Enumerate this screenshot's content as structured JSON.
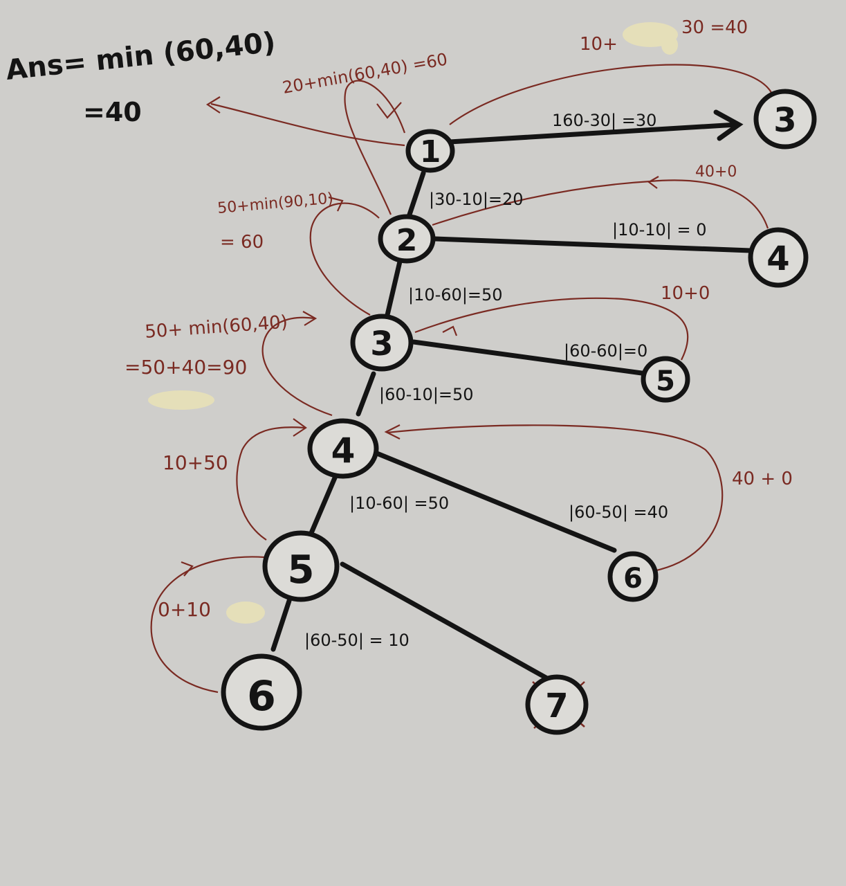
{
  "colors": {
    "paper": "#cfcecb",
    "black_ink": "#141414",
    "red_ink": "#7a2a22",
    "node_fill": "#dcdbd7"
  },
  "nodes": [
    {
      "id": "n1",
      "label": "1"
    },
    {
      "id": "n2",
      "label": "2"
    },
    {
      "id": "n3",
      "label": "3"
    },
    {
      "id": "n4",
      "label": "4"
    },
    {
      "id": "n5",
      "label": "5"
    },
    {
      "id": "n6",
      "label": "6"
    },
    {
      "id": "r3",
      "label": "3"
    },
    {
      "id": "r4",
      "label": "4"
    },
    {
      "id": "r5",
      "label": "5"
    },
    {
      "id": "r6",
      "label": "6"
    },
    {
      "id": "r7",
      "label": "7",
      "crossed": true
    }
  ],
  "edge_labels": {
    "e1_3": "160-30| =30",
    "e1_2": "|30-10|=20",
    "e2_4": "|10-10| = 0",
    "e2_3": "|10-60|=50",
    "e3_5": "|60-60|=0",
    "e3_4": "|60-10|=50",
    "e4_5": "|10-60| =50",
    "e4_6": "|60-50| =40",
    "e5_7": "|60-50| = 10"
  },
  "notes": {
    "ans_line1": "Ans= min (60,40)",
    "ans_line2": "=40",
    "n1_calc": "20+min(60,40) =60",
    "top_right": "10+",
    "top_right_2": "30 =40",
    "n2_calc_1": "50+min(90,10)",
    "n2_calc_2": "= 60",
    "r4_back": "40+0",
    "r5_back": "10+0",
    "n3_calc_1": "50+ min(60,40)",
    "n3_calc_2": "=50+40=90",
    "n4_calc": "10+50",
    "r6_back": "40 + 0",
    "n5_calc": "0+10"
  }
}
